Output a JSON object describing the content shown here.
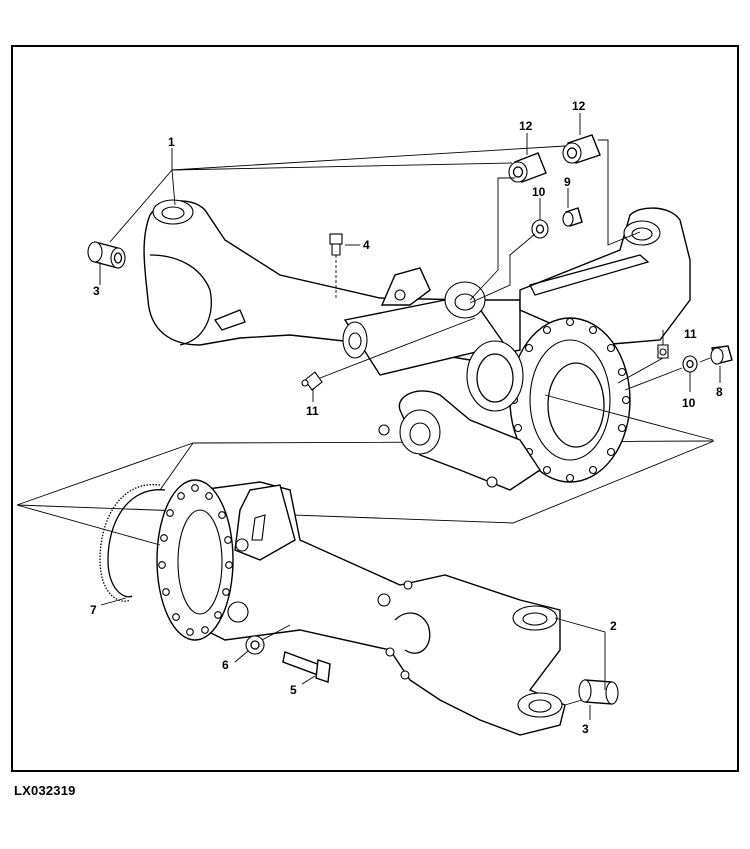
{
  "figure_id": "LX032319",
  "callouts": {
    "c1": "1",
    "c2": "2",
    "c3a": "3",
    "c3b": "3",
    "c4": "4",
    "c5": "5",
    "c6": "6",
    "c7": "7",
    "c8": "8",
    "c9": "9",
    "c10a": "10",
    "c10b": "10",
    "c11a": "11",
    "c11b": "11",
    "c12a": "12",
    "c12b": "12"
  }
}
